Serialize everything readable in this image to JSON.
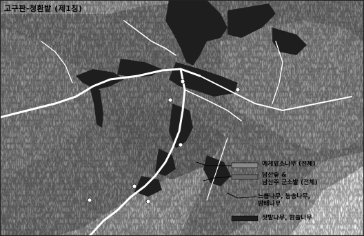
{
  "map": {
    "title": "고구판-청환밭 (제1칭)",
    "legend": [
      {
        "label": "에게앞소나무 (전체)",
        "fill": "#8a8a8a"
      },
      {
        "label": "당산숲 &\n남산주 군소밭 (전체)",
        "fill": "#6a6a6a"
      },
      {
        "label": "느릅나무,  동송나무,\n밤배나무",
        "fill": "#b0b0b0"
      },
      {
        "label": "잣밭나무,  밤솔나무",
        "fill": "#1e1e1e"
      }
    ],
    "colors": {
      "terrain_light": "#e6e6e6",
      "terrain_dark": "#8c8c8c",
      "forest": "#2a2a2a",
      "roads": "#ffffff"
    }
  }
}
